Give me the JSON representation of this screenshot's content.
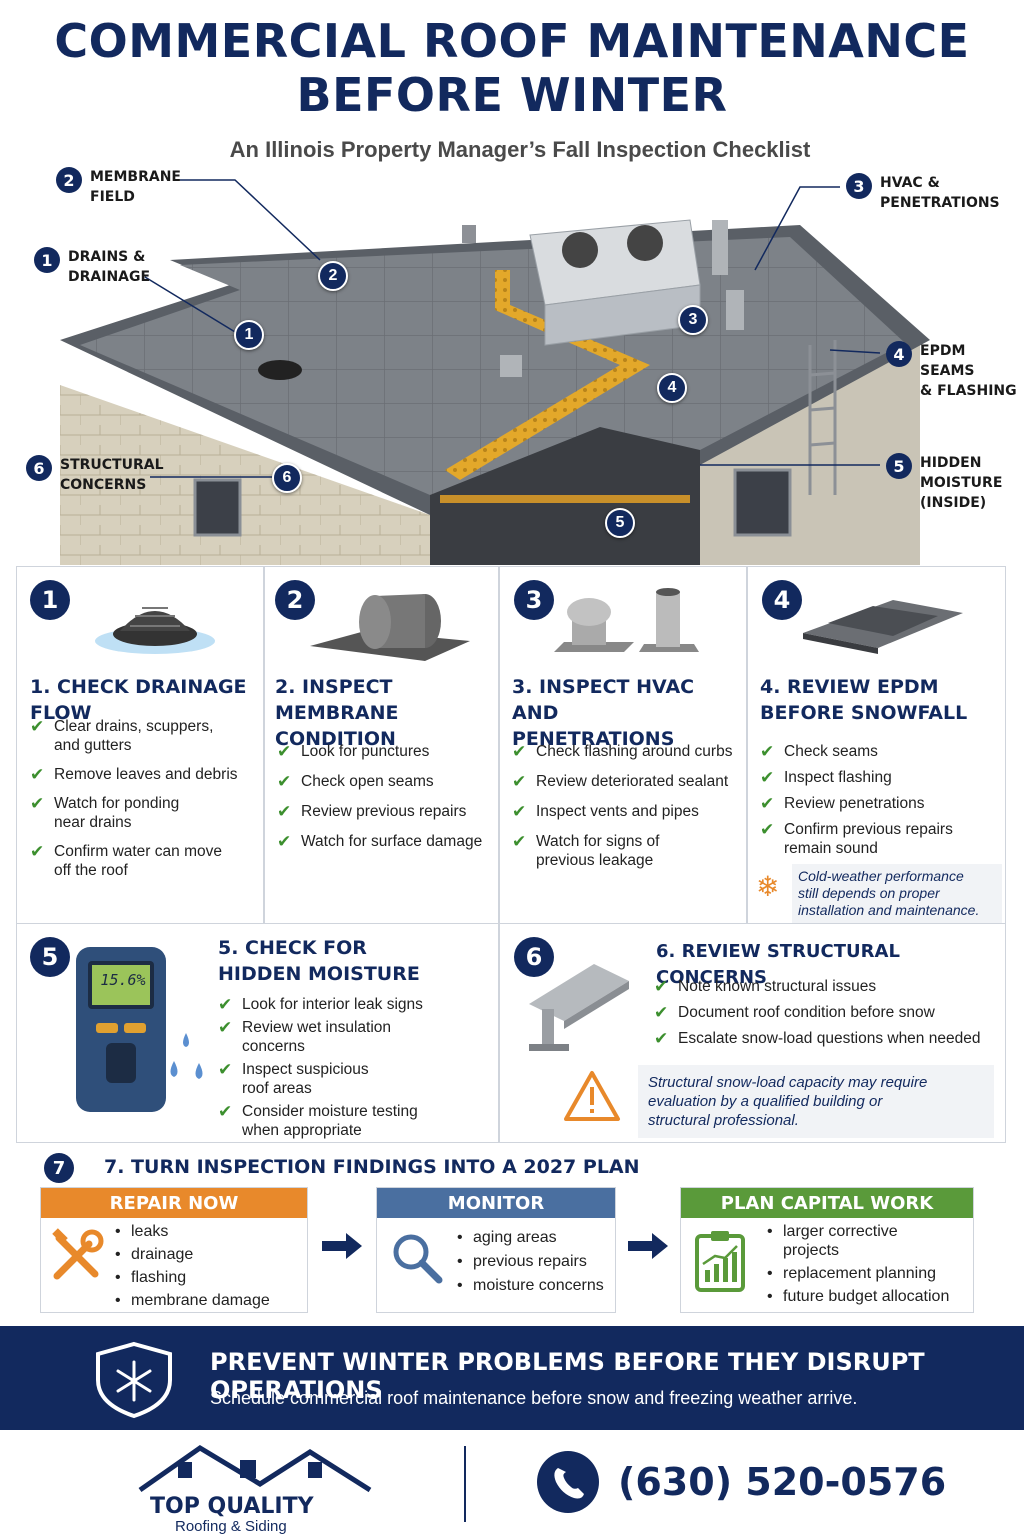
{
  "header": {
    "title_line1": "COMMERCIAL ROOF MAINTENANCE",
    "title_line2": "BEFORE WINTER",
    "subtitle": "An Illinois Property Manager’s Fall Inspection Checklist"
  },
  "callouts": [
    {
      "num": "1",
      "label": "DRAINS &\nDRAINAGE"
    },
    {
      "num": "2",
      "label": "MEMBRANE\nFIELD"
    },
    {
      "num": "3",
      "label": "HVAC &\nPENETRATIONS"
    },
    {
      "num": "4",
      "label": "EPDM SEAMS\n& FLASHING"
    },
    {
      "num": "5",
      "label": "HIDDEN\nMOISTURE\n(INSIDE)"
    },
    {
      "num": "6",
      "label": "STRUCTURAL\nCONCERNS"
    }
  ],
  "pins": [
    "1",
    "2",
    "3",
    "4",
    "5",
    "6"
  ],
  "sections": {
    "s1": {
      "num": "1",
      "title": "1. CHECK DRAINAGE FLOW",
      "items": [
        "Clear drains, scuppers,\nand gutters",
        "Remove leaves and debris",
        "Watch for ponding\nnear drains",
        "Confirm water can move\noff the roof"
      ]
    },
    "s2": {
      "num": "2",
      "title": "2. INSPECT MEMBRANE\n    CONDITION",
      "items": [
        "Look for punctures",
        "Check open seams",
        "Review previous repairs",
        "Watch for surface damage"
      ]
    },
    "s3": {
      "num": "3",
      "title": "3. INSPECT HVAC AND\n    PENETRATIONS",
      "items": [
        "Check flashing around curbs",
        "Review deteriorated sealant",
        "Inspect vents and pipes",
        "Watch for signs of\nprevious leakage"
      ]
    },
    "s4": {
      "num": "4",
      "title": "4. REVIEW EPDM\n    BEFORE SNOWFALL",
      "items": [
        "Check seams",
        "Inspect flashing",
        "Review penetrations",
        "Confirm previous repairs\nremain sound"
      ],
      "note": "Cold-weather performance\nstill depends on proper\ninstallation and maintenance."
    },
    "s5": {
      "num": "5",
      "title": "5. CHECK FOR\n    HIDDEN MOISTURE",
      "meter_reading": "15.6%",
      "items": [
        "Look for interior leak signs",
        "Review wet insulation\nconcerns",
        "Inspect suspicious\nroof areas",
        "Consider moisture testing\nwhen appropriate"
      ]
    },
    "s6": {
      "num": "6",
      "title": "6. REVIEW STRUCTURAL CONCERNS",
      "items": [
        "Note known structural issues",
        "Document roof condition before snow",
        "Escalate snow-load questions when needed"
      ],
      "note": "Structural snow-load capacity may require\nevaluation by a qualified building or\nstructural professional."
    }
  },
  "plan": {
    "num": "7",
    "title": "7. TURN INSPECTION FINDINGS INTO A 2027 PLAN",
    "columns": [
      {
        "head": "REPAIR NOW",
        "color": "#e8892b",
        "items": [
          "leaks",
          "drainage",
          "flashing",
          "membrane damage"
        ]
      },
      {
        "head": "MONITOR",
        "color": "#4a6fa0",
        "items": [
          "aging areas",
          "previous repairs",
          "moisture concerns"
        ]
      },
      {
        "head": "PLAN CAPITAL WORK",
        "color": "#5a9a3a",
        "items": [
          "larger corrective\nprojects",
          "replacement planning",
          "future budget allocation"
        ]
      }
    ]
  },
  "banner": {
    "title": "PREVENT WINTER PROBLEMS BEFORE THEY DISRUPT OPERATIONS",
    "subtitle": "Schedule commercial roof maintenance before snow and freezing weather arrive."
  },
  "footer": {
    "brand_main": "TOP QUALITY",
    "brand_sub": "Roofing & Siding",
    "phone": "(630) 520-0576"
  },
  "colors": {
    "navy": "#12295e",
    "check_green": "#3c8f2e",
    "repair_orange": "#e8892b",
    "monitor_blue": "#4a6fa0",
    "plan_green": "#5a9a3a"
  }
}
